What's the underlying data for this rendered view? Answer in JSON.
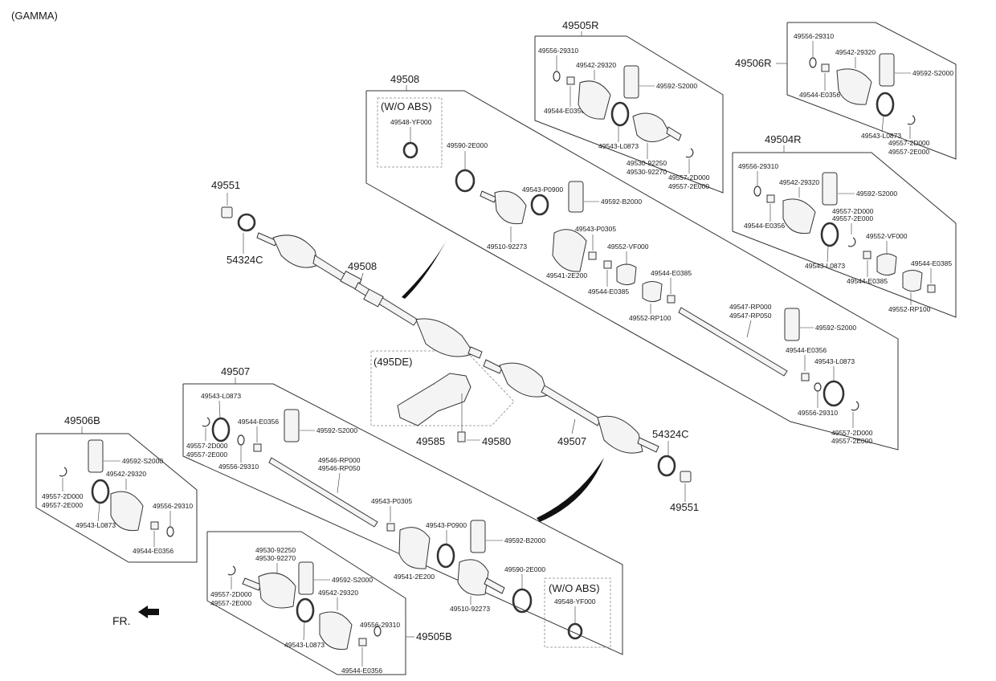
{
  "header": {
    "engine": "(GAMMA)"
  },
  "direction_label": "FR.",
  "assemblies": {
    "rh_top": "49508",
    "rh_shaft": "49508",
    "lh_top": "49507",
    "lh_shaft": "49507",
    "dyn_damper": "(495DE)"
  },
  "kits": {
    "k49505R": "49505R",
    "k49506R": "49506R",
    "k49504R": "49504R",
    "k49506B": "49506B",
    "k49505B": "49505B"
  },
  "wo_abs": {
    "a": "(W/O ABS)",
    "b": "(W/O ABS)"
  },
  "parts": {
    "p49551a": "49551",
    "p54324Ca": "54324C",
    "p49551b": "49551",
    "p54324Cb": "54324C",
    "p49585": "49585",
    "p49580": "49580",
    "r1": "49548-YF000",
    "r2": "49590-2E000",
    "r3": "49543-P0900",
    "r4": "49592-B2000",
    "r5": "49510-92273",
    "r6": "49543-P0305",
    "r7": "49552-VF000",
    "r8": "49541-2E200",
    "r9": "49544-E0385",
    "r10": "49544-E0385",
    "r11": "49552-RP100",
    "r12": "49547-RP000",
    "r13": "49547-RP050",
    "r14": "49592-S2000",
    "r15": "49544-E0356",
    "r16": "49543-L0873",
    "r17": "49556-29310",
    "r18": "49557-2D000",
    "r19": "49557-2E000",
    "a1": "49556-29310",
    "a2": "49542-29320",
    "a3": "49592-S2000",
    "a4": "49544-E0356",
    "a5": "49543-L0873",
    "a6": "49530-92250",
    "a7": "49530-92270",
    "a8": "49557-2D000",
    "a9": "49557-2E000",
    "b1": "49556-29310",
    "b2": "49542-29320",
    "b3": "49592-S2000",
    "b4": "49544-E0356",
    "b5": "49543-L0873",
    "b6": "49557-2D000",
    "b7": "49557-2E000",
    "c1": "49556-29310",
    "c2": "49542-29320",
    "c3": "49592-S2000",
    "c4": "49557-2D000",
    "c5": "49557-2E000",
    "c6": "49544-E0356",
    "c7": "49552-VF000",
    "c8": "49543-L0873",
    "c9": "49544-E0385",
    "c10": "49544-E0385",
    "c11": "49552-RP100",
    "l1": "49543-L0873",
    "l2": "49544-E0356",
    "l3": "49592-S2000",
    "l4": "49557-2D000",
    "l5": "49557-2E000",
    "l6": "49556-29310",
    "l7": "49546-RP000",
    "l8": "49546-RP050",
    "l9": "49543-P0305",
    "l10": "49543-P0900",
    "l11": "49592-B2000",
    "l12": "49541-2E200",
    "l13": "49590-2E000",
    "l14": "49510-92273",
    "l15": "49548-YF000",
    "d1": "49592-S2000",
    "d2": "49542-29320",
    "d3": "49557-2D000",
    "d4": "49557-2E000",
    "d5": "49543-L0873",
    "d6": "49556-29310",
    "d7": "49544-E0356",
    "e1": "49530-92250",
    "e2": "49530-92270",
    "e3": "49592-S2000",
    "e4": "49557-2D000",
    "e5": "49557-2E000",
    "e6": "49542-29320",
    "e7": "49556-29310",
    "e8": "49543-L0873",
    "e9": "49544-E0356"
  }
}
